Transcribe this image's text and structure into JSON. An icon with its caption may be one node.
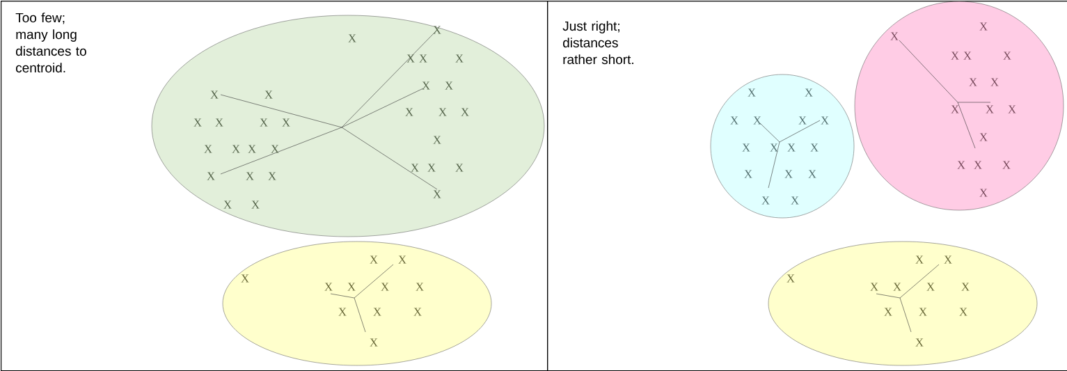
{
  "diagram": {
    "nodes": [
      {
        "text": [
          "Too few; many long distances to centroid."
        ]
      },
      {
        "text": [
          "X",
          "X",
          "X",
          "X",
          "X",
          "X",
          "X",
          "X",
          "X",
          "X",
          "X",
          "X",
          "X",
          "X",
          "X",
          "X",
          "X",
          "X",
          "X",
          "X",
          "X",
          "X",
          "X",
          "X",
          "X",
          "X",
          "X",
          "X",
          "X",
          "X"
        ],
        "in": 0
      },
      {
        "text": [
          "X",
          "X",
          "X",
          "X",
          "X",
          "X",
          "X",
          "X",
          "X",
          "X",
          "X"
        ],
        "in": 0
      },
      {
        "text": [
          "Just right; distances rather short."
        ]
      },
      {
        "text": [
          "X",
          "X",
          "X",
          "X",
          "X",
          "X",
          "X",
          "X",
          "X",
          "X",
          "X",
          "X",
          "X",
          "X",
          "X"
        ],
        "in": 3
      },
      {
        "text": [
          "X",
          "X",
          "X",
          "X",
          "X",
          "X",
          "X",
          "X",
          "X",
          "X",
          "X",
          "X",
          "X",
          "X",
          "X"
        ],
        "in": 3
      },
      {
        "text": [
          "X",
          "X",
          "X",
          "X",
          "X",
          "X",
          "X",
          "X",
          "X",
          "X",
          "X"
        ],
        "in": 3
      }
    ]
  }
}
